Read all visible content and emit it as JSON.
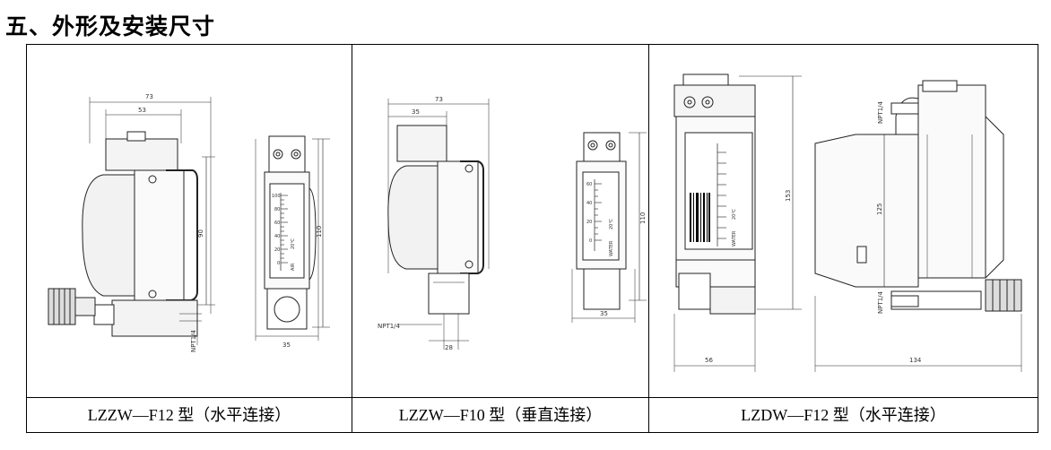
{
  "section_title": "五、外形及安装尺寸",
  "figures": [
    {
      "caption": "LZZW—F12 型（水平连接）",
      "dimensions": {
        "width_total": "73",
        "width_upper": "53",
        "height_mid": "90",
        "height_total": "110",
        "thread": "NPT1/4",
        "panel_width": "35"
      },
      "scale": {
        "ticks": [
          "100",
          "80",
          "60",
          "40",
          "20",
          "0"
        ],
        "unit": "AIR",
        "temp": "20℃"
      }
    },
    {
      "caption": "LZZW—F10 型（垂直连接）",
      "dimensions": {
        "width_total": "73",
        "width_upper": "35",
        "height_total": "110",
        "thread": "NPT1/4",
        "port_width": "28",
        "panel_width": "35"
      },
      "scale": {
        "ticks": [
          "60",
          "40",
          "20",
          "0"
        ],
        "unit": "WATER",
        "temp": "20℃"
      }
    },
    {
      "caption": "LZDW—F12 型（水平连接）",
      "dimensions": {
        "height_total": "153",
        "height_mid": "125",
        "thread_top": "NPT1/4",
        "thread_bottom": "NPT1/4",
        "width_front": "56",
        "width_side": "134"
      },
      "scale": {
        "unit": "WATER",
        "temp": "20℃"
      }
    }
  ]
}
